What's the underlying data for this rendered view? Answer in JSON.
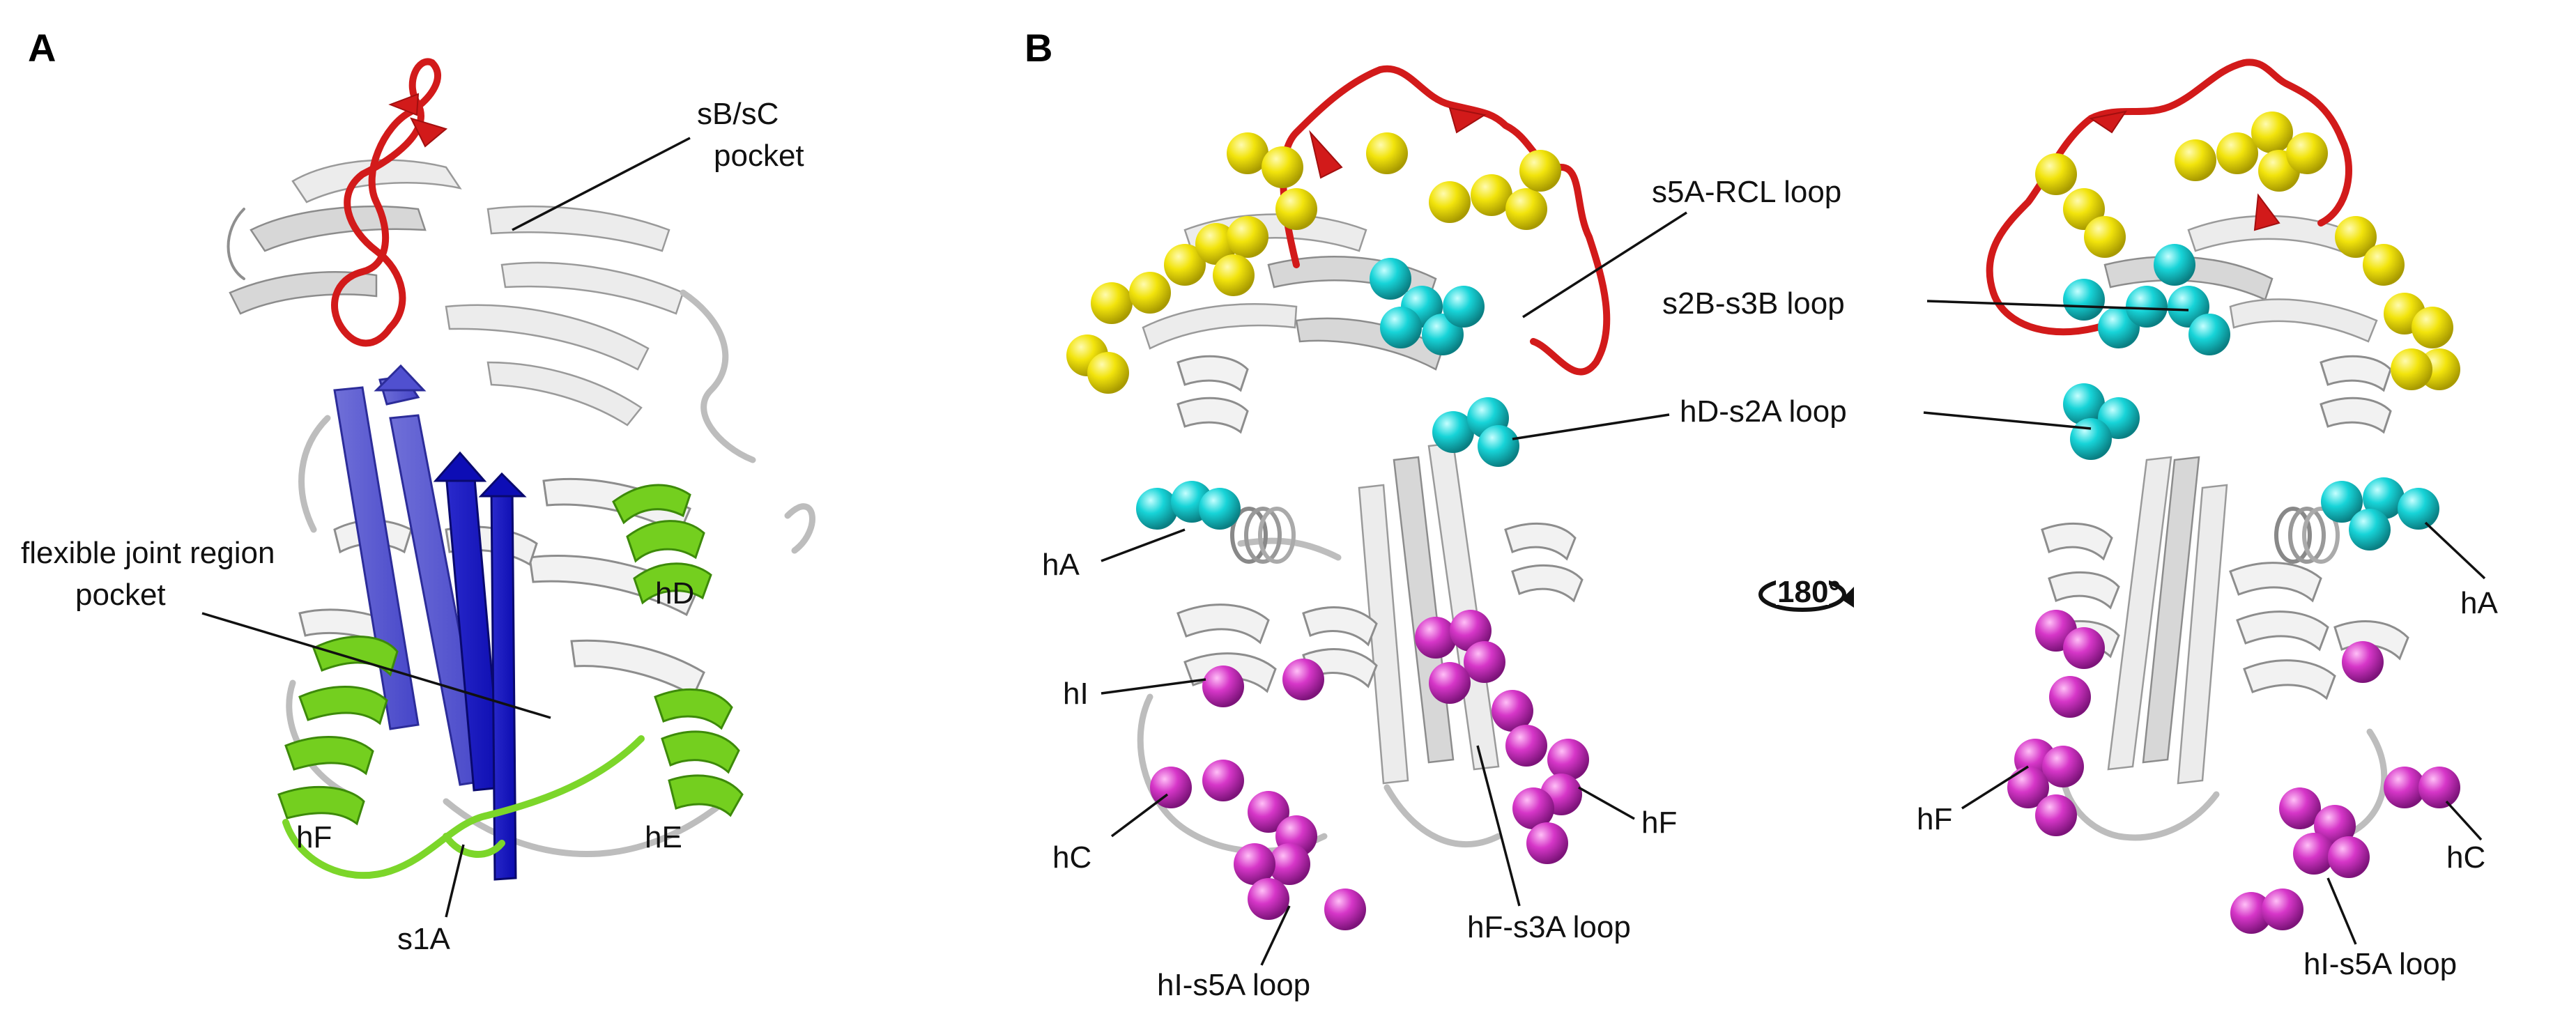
{
  "panels": {
    "a": {
      "letter": "A"
    },
    "b": {
      "letter": "B"
    }
  },
  "labels_a": {
    "pocket_bc": [
      "sB/sC",
      "pocket"
    ],
    "joint": [
      "flexible joint region",
      "pocket"
    ],
    "hD": "hD",
    "hF": "hF",
    "hE": "hE",
    "s1A": "s1A"
  },
  "labels_b": {
    "s5a_rcl": "s5A-RCL loop",
    "s2b_s3b": "s2B-s3B loop",
    "hd_s2a": "hD-s2A loop",
    "hA_left": "hA",
    "hI": "hI",
    "hC_left": "hC",
    "hI_s5a_left": "hI-s5A loop",
    "hF_s3a": "hF-s3A loop",
    "hF_mid": "hF",
    "rotation": "180°",
    "hA_right": "hA",
    "hF_right": "hF",
    "hC_right": "hC",
    "hI_s5a_right": "hI-s5A loop"
  },
  "colors": {
    "rcl": "#d21a1a",
    "sheet_a": "#3232d2",
    "helices_green": "#74cf1f",
    "sphere_yellow": "#f2e40c",
    "sphere_cyan": "#17d4d8",
    "sphere_magenta": "#d636c8",
    "backbone": "#ececec"
  }
}
